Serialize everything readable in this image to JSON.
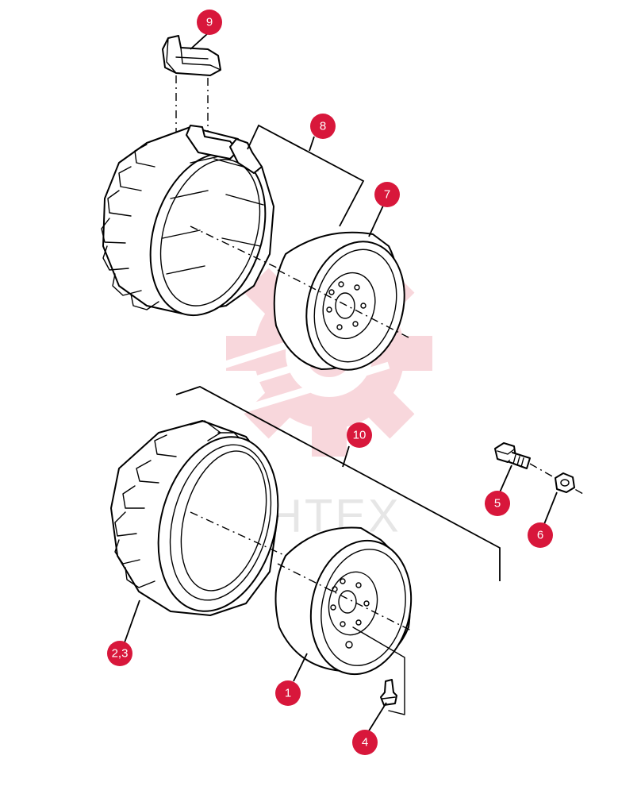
{
  "watermark": {
    "text": "ИНТЕХ",
    "color": "#f7c9cf"
  },
  "callout_color": "#d8173b",
  "callouts": [
    {
      "id": "9",
      "label": "9"
    },
    {
      "id": "8",
      "label": "8"
    },
    {
      "id": "7",
      "label": "7"
    },
    {
      "id": "10",
      "label": "10"
    },
    {
      "id": "5",
      "label": "5"
    },
    {
      "id": "6",
      "label": "6"
    },
    {
      "id": "2-3",
      "label": "2,3"
    },
    {
      "id": "1",
      "label": "1"
    },
    {
      "id": "4",
      "label": "4"
    }
  ]
}
